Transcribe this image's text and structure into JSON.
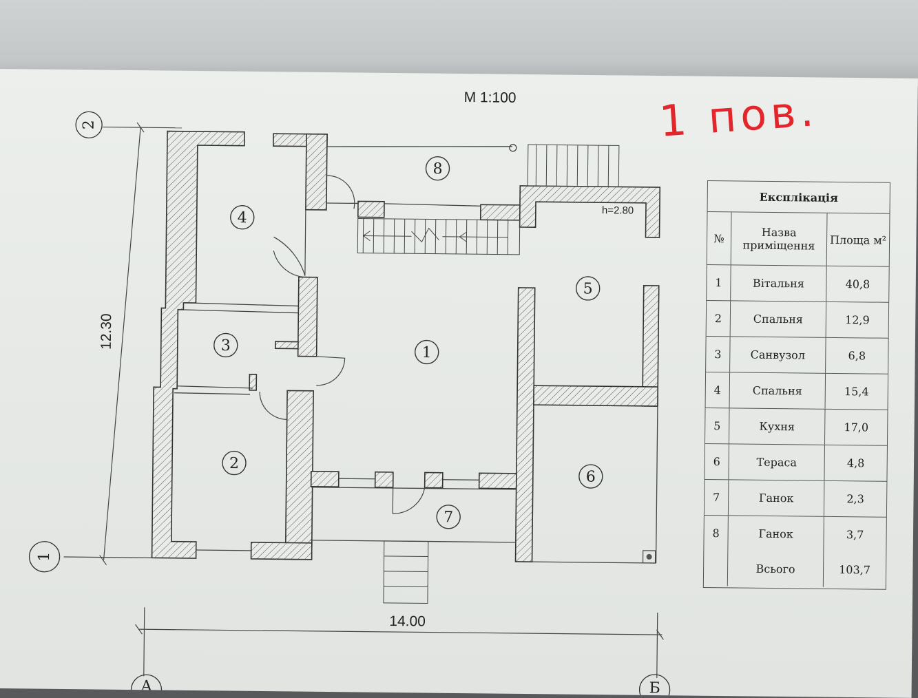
{
  "scale_label": "М 1:100",
  "handwritten_note": "1 пов.",
  "height_label": "h=2.80",
  "dimensions": {
    "width": "14.00",
    "height": "12.30"
  },
  "axes": {
    "row_1": "1",
    "row_2": "2",
    "col_a": "А",
    "col_b": "Б"
  },
  "rooms": [
    {
      "number": "1"
    },
    {
      "number": "2"
    },
    {
      "number": "3"
    },
    {
      "number": "4"
    },
    {
      "number": "5"
    },
    {
      "number": "6"
    },
    {
      "number": "7"
    },
    {
      "number": "8"
    }
  ],
  "table": {
    "title": "Експлікація",
    "headers": {
      "number": "№",
      "name": "Назва приміщення",
      "area": "Площа м²"
    },
    "rows": [
      {
        "number": "1",
        "name": "Вітальня",
        "area": "40,8"
      },
      {
        "number": "2",
        "name": "Спальня",
        "area": "12,9"
      },
      {
        "number": "3",
        "name": "Санвузол",
        "area": "6,8"
      },
      {
        "number": "4",
        "name": "Спальня",
        "area": "15,4"
      },
      {
        "number": "5",
        "name": "Кухня",
        "area": "17,0"
      },
      {
        "number": "6",
        "name": "Тераса",
        "area": "4,8"
      },
      {
        "number": "7",
        "name": "Ганок",
        "area": "2,3"
      },
      {
        "number": "8",
        "name": "Ганок",
        "area": "3,7"
      }
    ],
    "total": {
      "number": "",
      "name": "Всього",
      "area": "103,7"
    }
  }
}
